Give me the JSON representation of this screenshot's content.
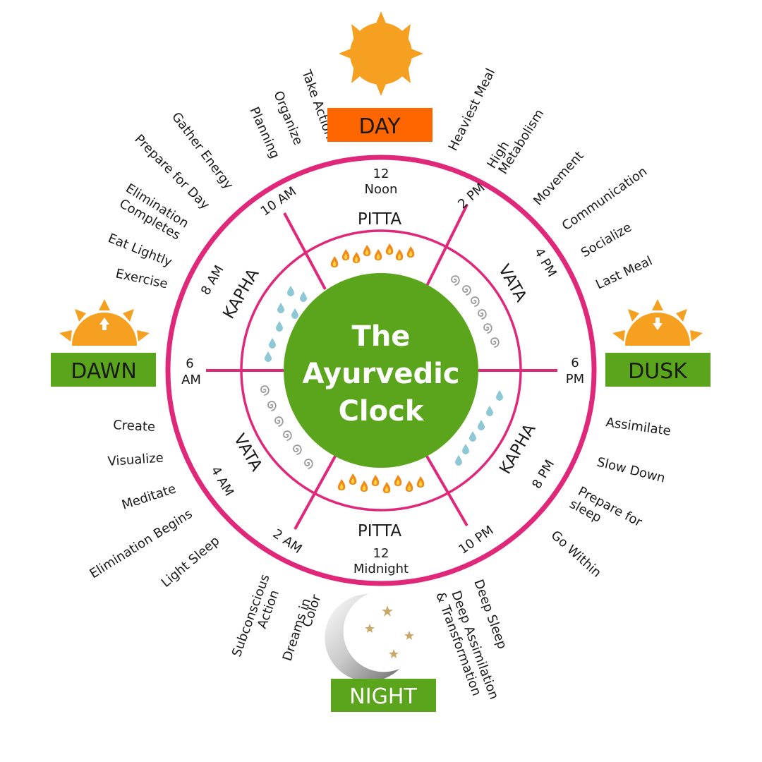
{
  "title_lines": [
    "The",
    "Ayurvedic",
    "Clock"
  ],
  "colors": {
    "ring": "#e0287a",
    "center": "#5aa51c",
    "day_box": "#ff6600",
    "green_box": "#5aa51c",
    "sun": "#f5a020",
    "droplet": "#8ec8d6",
    "swirl": "#9a9a9a",
    "flame": "#f08a1a"
  },
  "icons": {
    "day": "sun-icon",
    "dawn": "rising-sun-icon",
    "dusk": "setting-sun-icon",
    "night": "moon-and-stars-icon",
    "pitta": "flame-icon",
    "kapha": "water-droplet-icon",
    "vata": "wind-swirl-icon"
  },
  "periods": {
    "day": "DAY",
    "dawn": "DAWN",
    "dusk": "DUSK",
    "night": "NIGHT"
  },
  "times": {
    "noon_line1": "12",
    "noon_line2": "Noon",
    "t2pm": "2 PM",
    "t4pm": "4 PM",
    "t6pm_line1": "6",
    "t6pm_line2": "PM",
    "t8pm": "8 PM",
    "t10pm": "10 PM",
    "midnight_line1": "12",
    "midnight_line2": "Midnight",
    "t2am": "2 AM",
    "t4am": "4 AM",
    "t6am_line1": "6",
    "t6am_line2": "AM",
    "t8am": "8 AM",
    "t10am": "10 AM"
  },
  "doshas": {
    "pitta_day": "PITTA",
    "vata_afternoon": "VATA",
    "kapha_evening": "KAPHA",
    "pitta_night": "PITTA",
    "vata_early": "VATA",
    "kapha_morning": "KAPHA"
  },
  "activities": {
    "take_action": "Take Action",
    "organize": "Organize",
    "planning": "Planning",
    "gather_energy": "Gather Energy",
    "prepare_for_day": "Prepare for Day",
    "elimination_completes_1": "Elimination",
    "elimination_completes_2": "Completes",
    "eat_lightly": "Eat Lightly",
    "exercise": "Exercise",
    "heaviest_meal": "Heaviest Meal",
    "high_metabolism_1": "High",
    "high_metabolism_2": "Metabolism",
    "movement": "Movement",
    "communication": "Communication",
    "socialize": "Socialize",
    "last_meal": "Last Meal",
    "assimilate": "Assimilate",
    "slow_down": "Slow Down",
    "prepare_for_sleep_1": "Prepare for",
    "prepare_for_sleep_2": "sleep",
    "go_within": "Go Within",
    "create": "Create",
    "visualize": "Visualize",
    "meditate": "Meditate",
    "elimination_begins": "Elimination Begins",
    "light_sleep": "Light Sleep",
    "subconscious_action_1": "Subconscious",
    "subconscious_action_2": "Action",
    "dreams_in_color_1": "Dreams in",
    "dreams_in_color_2": "Color",
    "deep_sleep": "Deep Sleep",
    "deep_assimilation_1": "Deep Assimilation",
    "deep_assimilation_2": "& Transformation"
  }
}
